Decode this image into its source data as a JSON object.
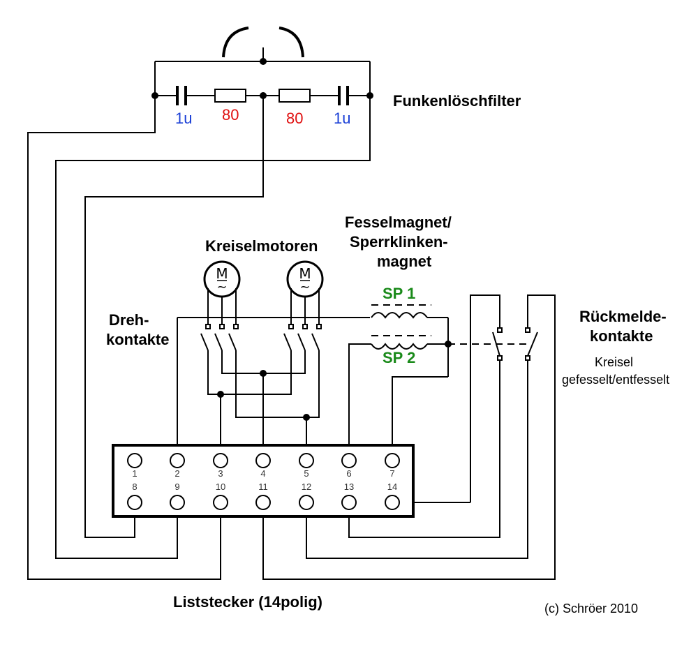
{
  "labels": {
    "filter_title": "Funkenlöschfilter",
    "cap_left": "1u",
    "res_left": "80",
    "res_right": "80",
    "cap_right": "1u",
    "fessel_line1": "Fesselmagnet/",
    "fessel_line2": "Sperrklinken-",
    "fessel_line3": "magnet",
    "sp1": "SP 1",
    "sp2": "SP 2",
    "motors_title": "Kreiselmotoren",
    "motor_symbol": "M",
    "motor_wave": "~",
    "dreh_line1": "Dreh-",
    "dreh_line2": "kontakte",
    "rueck_line1": "Rückmelde-",
    "rueck_line2": "kontakte",
    "rueck_sub1": "Kreisel",
    "rueck_sub2": "gefesselt/entfesselt",
    "connector_title": "Liststecker (14polig)",
    "copyright": "(c) Schröer 2010"
  },
  "pins_top": [
    "1",
    "2",
    "3",
    "4",
    "5",
    "6",
    "7"
  ],
  "pins_bottom": [
    "8",
    "9",
    "10",
    "11",
    "12",
    "13",
    "14"
  ],
  "colors": {
    "capacitor": "#1a3fd6",
    "resistor": "#e01010",
    "coil": "#1a8a1a",
    "wire": "#000000"
  }
}
